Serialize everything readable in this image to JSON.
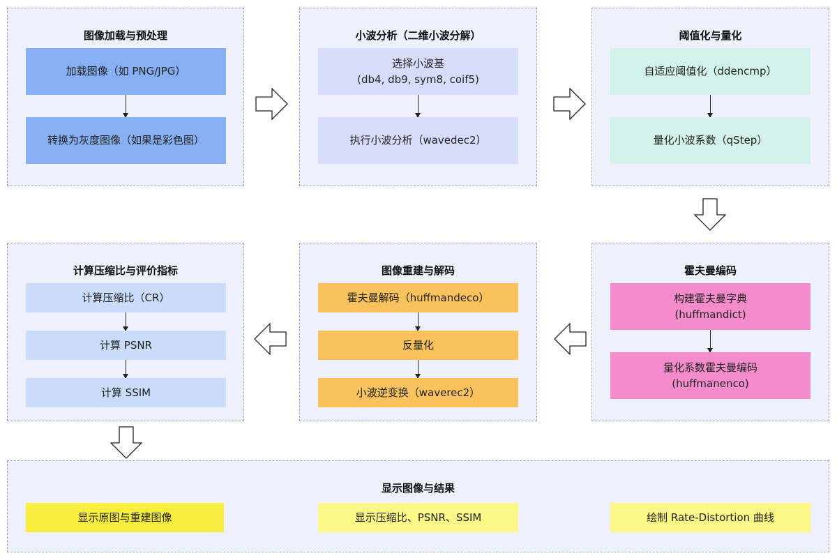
{
  "colors": {
    "group_bg": "#eef1fb",
    "group_border": "#9aa6c8",
    "load_blue": "#86b0f3",
    "wavelet_lavender": "#d8dcfb",
    "threshold_mint": "#d2f1e8",
    "huffman_pink": "#f48bcb",
    "reconstruct_orange": "#f9c25c",
    "metrics_lightblue": "#c9ddfa",
    "display_yellow": "#f7ee3e",
    "display_paleyellow": "#fbf888"
  },
  "groups": {
    "preprocess": {
      "title": "图像加载与预处理",
      "steps": [
        "加载图像（如 PNG/JPG）",
        "转换为灰度图像（如果是彩色图）"
      ]
    },
    "wavelet": {
      "title": "小波分析（二维小波分解）",
      "steps": [
        {
          "line1": "选择小波基",
          "line2": "(db4, db9, sym8, coif5)"
        },
        "执行小波分析（wavedec2）"
      ]
    },
    "threshold": {
      "title": "阈值化与量化",
      "steps": [
        "自适应阈值化（ddencmp）",
        "量化小波系数（qStep）"
      ]
    },
    "huffman": {
      "title": "霍夫曼编码",
      "steps": [
        {
          "line1": "构建霍夫曼字典",
          "line2": "(huffmandict)"
        },
        {
          "line1": "量化系数霍夫曼编码",
          "line2": "(huffmanenco)"
        }
      ]
    },
    "reconstruct": {
      "title": "图像重建与解码",
      "steps": [
        "霍夫曼解码（huffmandeco）",
        "反量化",
        "小波逆变换（waverec2）"
      ]
    },
    "metrics": {
      "title": "计算压缩比与评价指标",
      "steps": [
        "计算压缩比（CR）",
        "计算 PSNR",
        "计算 SSIM"
      ]
    },
    "display": {
      "title": "显示图像与结果",
      "items": [
        "显示原图与重建图像",
        "显示压缩比、PSNR、SSIM",
        "绘制 Rate-Distortion 曲线"
      ]
    }
  }
}
